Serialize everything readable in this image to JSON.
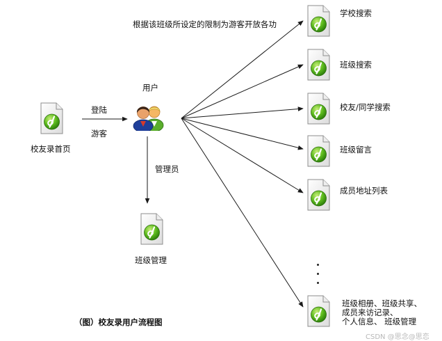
{
  "top_note": "根据该班级所设定的限制为游客开放各功",
  "user_label": "用户",
  "login_label": "登陆",
  "guest_label": "游客",
  "admin_label": "管理员",
  "homepage_label": "校友录首页",
  "class_management_label": "班级管理",
  "function_items": [
    "学校搜索",
    "班级搜索",
    "校友/同学搜索",
    "班级留言",
    "成员地址列表"
  ],
  "extra_function_lines": [
    "班级相册、班级共享、",
    "成员来访记录、",
    "个人信息、 班级管理"
  ],
  "caption": "（图）校友录用户流程图",
  "watermark": "CSDN @思念@思恋",
  "icons": {
    "file": "dreamweaver-file-icon",
    "users": "users-icon"
  },
  "colors": {
    "icon_green": "#4caf1c",
    "arrow": "#1a1a1a"
  }
}
